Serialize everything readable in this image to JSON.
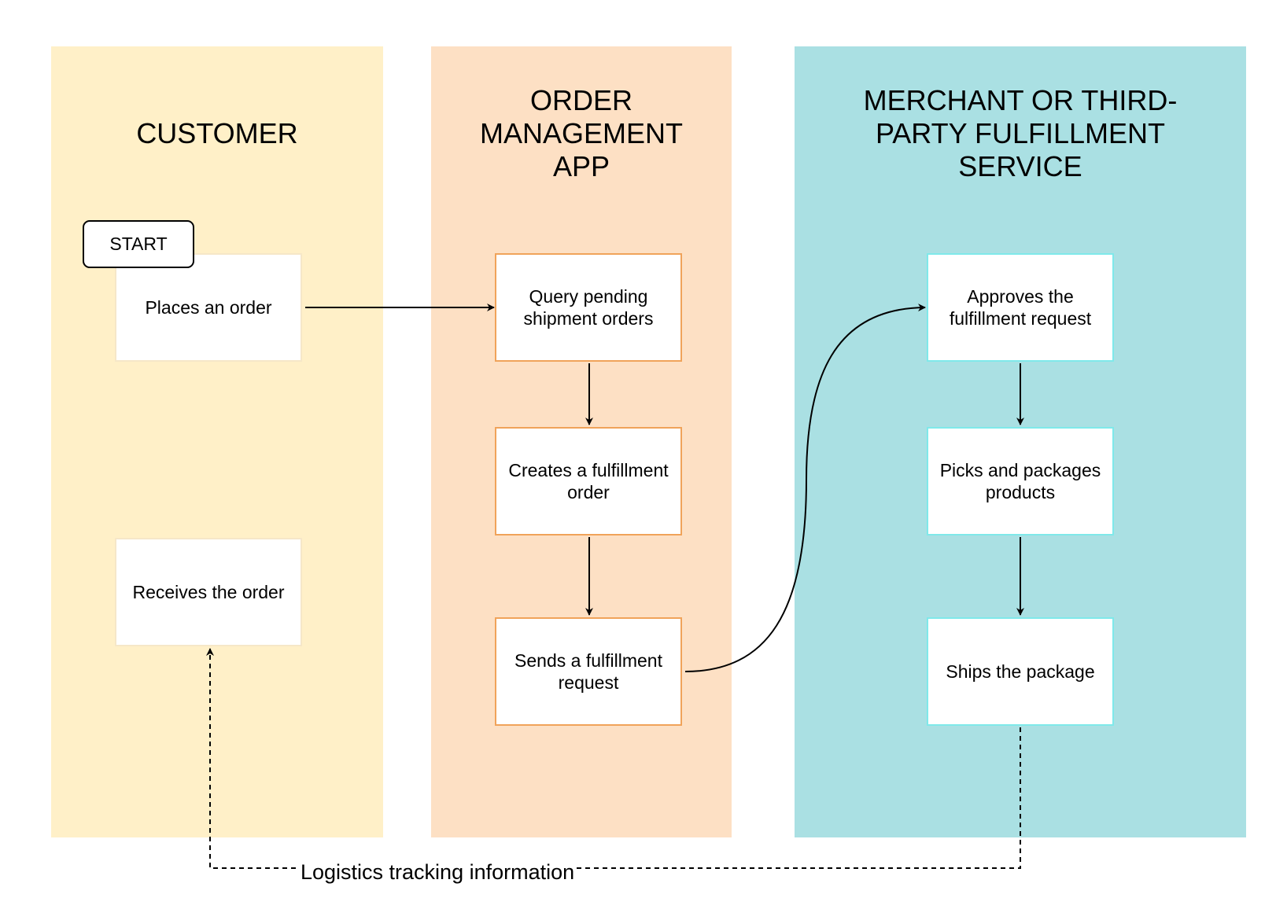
{
  "colors": {
    "customer_lane": "#fff0c8",
    "order_management_lane": "#fde0c4",
    "fulfillment_lane": "#aae0e3",
    "arrow": "#000000"
  },
  "lanes": {
    "customer": {
      "title": "CUSTOMER"
    },
    "order_management": {
      "title": "ORDER\nMANAGEMENT\nAPP"
    },
    "fulfillment": {
      "title": "MERCHANT OR THIRD-\nPARTY FULFILLMENT\nSERVICE"
    }
  },
  "start_label": "START",
  "nodes": {
    "places_order": "Places an order",
    "receives_order": "Receives the order",
    "query_pending": "Query pending shipment orders",
    "creates_fulfillment": "Creates a fulfillment order",
    "sends_request": "Sends a fulfillment request",
    "approves_request": "Approves the fulfillment request",
    "picks_packages": "Picks and packages products",
    "ships_package": "Ships the package"
  },
  "edges": {
    "tracking_label": "Logistics tracking information"
  }
}
